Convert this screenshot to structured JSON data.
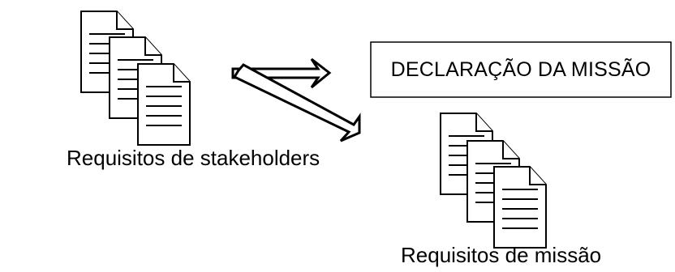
{
  "diagram": {
    "stakeholder_label": "Requisitos de stakeholders",
    "mission_statement": "DECLARAÇÃO DA MISSÃO",
    "mission_requirements_label": "Requisitos de missão"
  },
  "icons": {
    "stakeholder_documents": "document-stack-icon",
    "mission_documents": "document-stack-icon",
    "arrow_to_statement": "arrow-right-icon",
    "arrow_to_requirements": "arrow-diagonal-icon"
  },
  "colors": {
    "stroke": "#000000",
    "fill": "#ffffff"
  }
}
